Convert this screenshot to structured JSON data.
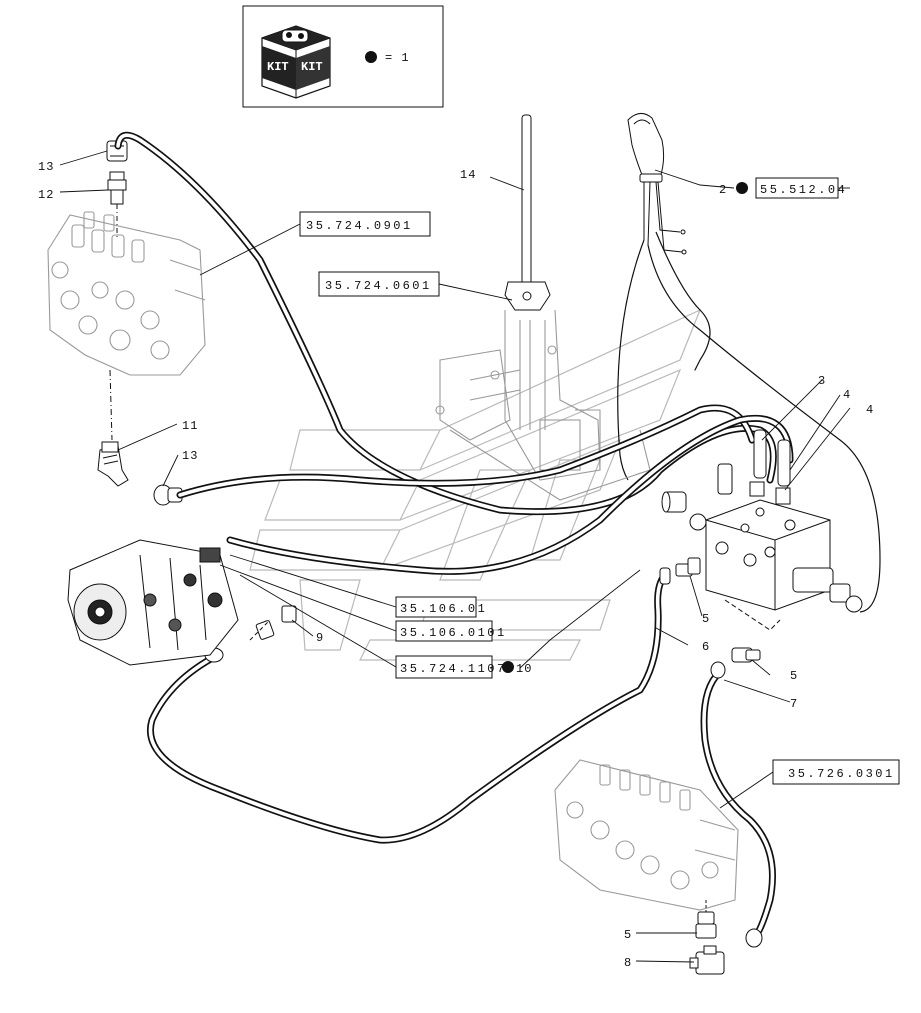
{
  "kit_legend": {
    "label_left": "KIT",
    "label_right": "KIT",
    "equals_text": "= 1"
  },
  "reference_codes": {
    "r1": "35.724.0901",
    "r2": "35.724.0601",
    "r3": "55.512.04",
    "r4": "35.106.01",
    "r5": "35.106.0101",
    "r6": "35.724.1107",
    "r7": "35.726.0301"
  },
  "callouts": {
    "c13a": "13",
    "c12": "12",
    "c14": "14",
    "c2": "2",
    "c3": "3",
    "c4a": "4",
    "c4b": "4",
    "c11": "11",
    "c13b": "13",
    "c9": "9",
    "c10": "10",
    "c5a": "5",
    "c6": "6",
    "c5b": "5",
    "c7": "7",
    "c5c": "5",
    "c8": "8"
  },
  "colors": {
    "ink": "#111111",
    "ghost": "#9a9a9a",
    "background": "#ffffff"
  }
}
